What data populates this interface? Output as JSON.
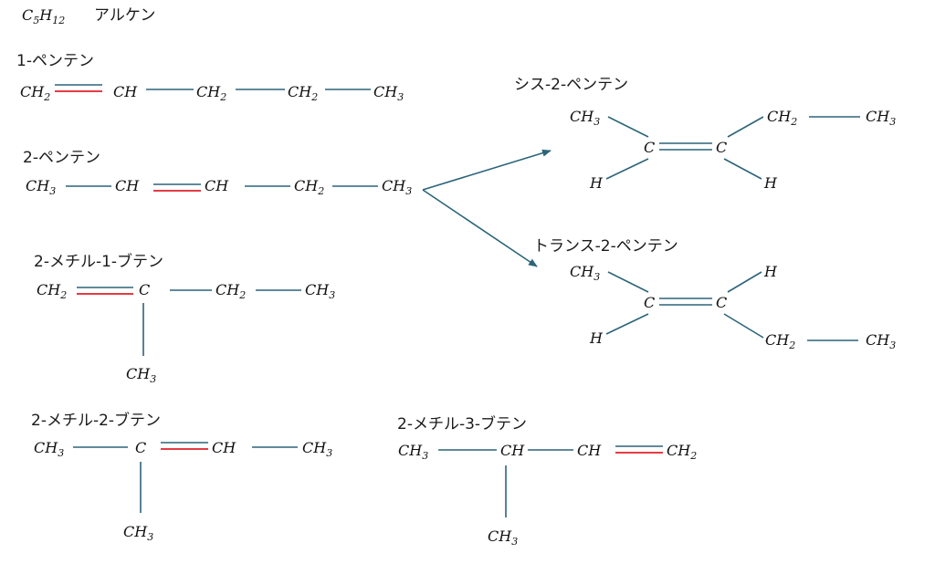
{
  "header": {
    "formula_base": "C",
    "sub5": "5",
    "formula_h": "H",
    "sub12": "12",
    "class_name": "アルケン"
  },
  "compounds": {
    "pentene1": "1-ペンテン",
    "pentene2": "2-ペンテン",
    "cis": "シス-2-ペンテン",
    "trans": "トランス-2-ペンテン",
    "methylbutene1": "2-メチル-1-ブテン",
    "methylbutene2": "2-メチル-2-ブテン",
    "methylbutene3": "2-メチル-3-ブテン"
  },
  "groups": {
    "C": "C",
    "CH": "CH",
    "CH2": "CH",
    "CH3": "CH",
    "H": "H",
    "sub2": "2",
    "sub3": "3"
  },
  "colors": {
    "single_bond": "#2c6479",
    "double_bond_accent": "#e0202a",
    "text": "#1a1a1a"
  }
}
